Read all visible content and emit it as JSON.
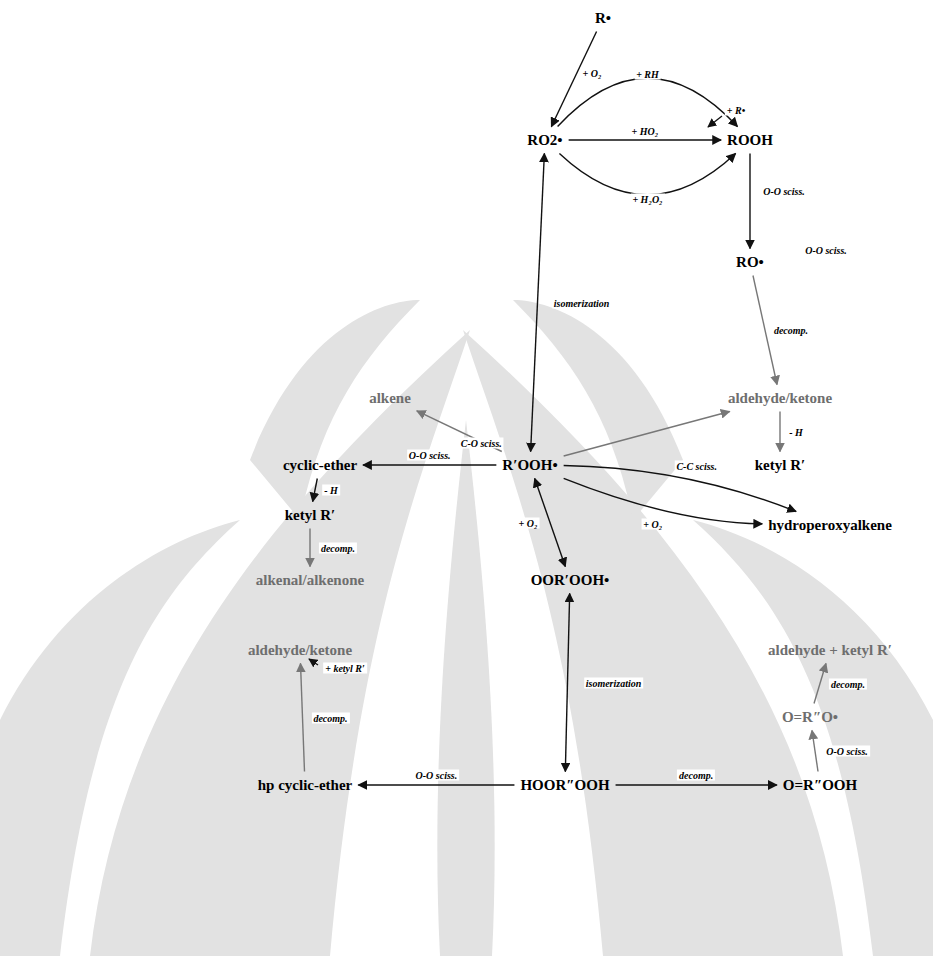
{
  "diagram": {
    "nodes": [
      {
        "text": [
          "R•"
        ]
      },
      {
        "text": [
          "RO2•"
        ]
      },
      {
        "text": [
          "ROOH"
        ]
      },
      {
        "text": [
          "RO•"
        ]
      },
      {
        "text": [
          "aldehyde/ketone"
        ]
      },
      {
        "text": [
          "ketyl R′"
        ]
      },
      {
        "text": [
          "alkene"
        ]
      },
      {
        "text": [
          "cyclic-ether"
        ]
      },
      {
        "text": [
          "R′OOH•"
        ]
      },
      {
        "text": [
          "hydroperoxyalkene"
        ]
      },
      {
        "text": [
          "ketyl R′"
        ]
      },
      {
        "text": [
          "OOR′OOH•"
        ]
      },
      {
        "text": [
          "alkenal/alkenone"
        ]
      },
      {
        "text": [
          "aldehyde + ketyl R′"
        ]
      },
      {
        "text": [
          "O=R″O•"
        ]
      },
      {
        "text": [
          "aldehyde/ketone"
        ]
      },
      {
        "text": [
          "hp cyclic-ether"
        ]
      },
      {
        "text": [
          "HOOR″OOH"
        ]
      },
      {
        "text": [
          "O=R″OOH"
        ]
      }
    ],
    "edges": [
      {
        "from": 0,
        "to": 1,
        "arrow": "to",
        "label": "+ O₂"
      },
      {
        "from": 1,
        "to": 2,
        "arrow": "to",
        "label": "+ RH"
      },
      {
        "from": 1,
        "to": 2,
        "arrow": "to",
        "label": "+ HO₂"
      },
      {
        "from": 1,
        "to": 2,
        "arrow": "to",
        "label": "+ H₂O₂"
      },
      {
        "from": 2,
        "to": 3,
        "arrow": "to",
        "label": "O-O sciss."
      },
      {
        "from": 3,
        "to": 4,
        "arrow": "to",
        "label": "decomp."
      },
      {
        "from": 4,
        "to": 5,
        "arrow": "to",
        "label": "- H"
      },
      {
        "from": 1,
        "to": 8,
        "arrow": "both",
        "label": "isomerization"
      },
      {
        "from": 8,
        "to": 6,
        "arrow": "to",
        "label": "C-O sciss."
      },
      {
        "from": 8,
        "to": 7,
        "arrow": "to",
        "label": "O-O sciss."
      },
      {
        "from": 8,
        "to": 4,
        "arrow": "to"
      },
      {
        "from": 8,
        "to": 9,
        "arrow": "to",
        "label": "+ O₂"
      },
      {
        "from": 8,
        "to": 9,
        "arrow": "to",
        "label": "C-C sciss."
      },
      {
        "from": 7,
        "to": 10,
        "arrow": "to",
        "label": "- H"
      },
      {
        "from": 10,
        "to": 12,
        "arrow": "to",
        "label": "decomp."
      },
      {
        "from": 8,
        "to": 11,
        "arrow": "both",
        "label": "+ O₂"
      },
      {
        "from": 11,
        "to": 17,
        "arrow": "both",
        "label": "isomerization"
      },
      {
        "from": 17,
        "to": 16,
        "arrow": "to",
        "label": "O-O sciss."
      },
      {
        "from": 16,
        "to": 15,
        "arrow": "to",
        "label": "decomp."
      },
      {
        "from": 17,
        "to": 18,
        "arrow": "to",
        "label": "decomp."
      },
      {
        "from": 18,
        "to": 14,
        "arrow": "to",
        "label": "O-O sciss."
      },
      {
        "from": 14,
        "to": 13,
        "arrow": "to",
        "label": "decomp."
      }
    ],
    "labels": [
      "+ R•",
      "O-O sciss.",
      "+ ketyl R′"
    ]
  }
}
